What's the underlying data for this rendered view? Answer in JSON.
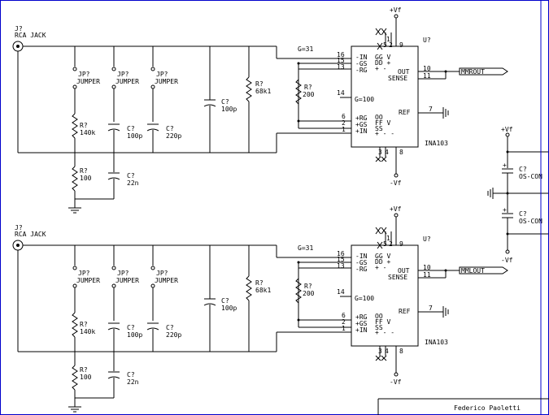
{
  "colors": {
    "wire": "#000000",
    "border": "#0000cc",
    "background": "#ffffff"
  },
  "channels": [
    {
      "jack_ref": "J?",
      "jack_type": "RCA JACK",
      "jumper_ref": "JP?",
      "jumper_type": "JUMPER",
      "r_140k_ref": "R?",
      "r_140k_val": "140k",
      "c_100p_ref": "C?",
      "c_100p_val": "100p",
      "c_220p_ref": "C?",
      "c_220p_val": "220p",
      "r_100_ref": "R?",
      "r_100_val": "100",
      "c_22n_ref": "C?",
      "c_22n_val": "22n",
      "c_in_ref": "C?",
      "c_in_val": "100p",
      "r_68k_ref": "R?",
      "r_68k_val": "68k1",
      "gain_label": "G=31",
      "r_200_ref": "R?",
      "r_200_val": "200",
      "ic_ref": "U?",
      "ic_part": "INA103",
      "ic_gain": "G=100",
      "pin16": "16",
      "pin15": "15",
      "pin13": "13",
      "pin14": "14",
      "pin6": "6",
      "pin2": "2",
      "pin1": "1",
      "pin10": "10",
      "pin11": "11",
      "pin7": "7",
      "pin1t": "1",
      "pin5": "5",
      "pin2t": "2",
      "pin9": "9",
      "pin3": "3",
      "pin4": "4",
      "pin8": "8",
      "lbl_in_neg": "-IN",
      "lbl_gs_neg": "-GS",
      "lbl_rg_neg": "-RG",
      "lbl_rg_pos": "+RG",
      "lbl_gs_pos": "+GS",
      "lbl_in_pos": "+IN",
      "lbl_out": "OUT",
      "lbl_sense": "SENSE",
      "lbl_ref": "REF",
      "lbl_top": "GG V",
      "lbl_top2": "DD +",
      "lbl_top3": "+ -",
      "lbl_bot": "OO",
      "lbl_bot2": "FF V",
      "lbl_bot3": "SS",
      "lbl_bot4": "+ - -",
      "vf_pos": "+Vf",
      "vf_neg": "-Vf",
      "output_net": "MMROUT"
    },
    {
      "jack_ref": "J?",
      "jack_type": "RCA JACK",
      "jumper_ref": "JP?",
      "jumper_type": "JUMPER",
      "r_140k_ref": "R?",
      "r_140k_val": "140k",
      "c_100p_ref": "C?",
      "c_100p_val": "100p",
      "c_220p_ref": "C?",
      "c_220p_val": "220p",
      "r_100_ref": "R?",
      "r_100_val": "100",
      "c_22n_ref": "C?",
      "c_22n_val": "22n",
      "c_in_ref": "C?",
      "c_in_val": "100p",
      "r_68k_ref": "R?",
      "r_68k_val": "68k1",
      "gain_label": "G=31",
      "r_200_ref": "R?",
      "r_200_val": "200",
      "ic_ref": "U?",
      "ic_part": "INA103",
      "ic_gain": "G=100",
      "pin16": "16",
      "pin15": "15",
      "pin13": "13",
      "pin14": "14",
      "pin6": "6",
      "pin2": "2",
      "pin1": "1",
      "pin10": "10",
      "pin11": "11",
      "pin7": "7",
      "pin1t": "1",
      "pin5": "5",
      "pin2t": "2",
      "pin9": "9",
      "pin3": "3",
      "pin4": "4",
      "pin8": "8",
      "lbl_in_neg": "-IN",
      "lbl_gs_neg": "-GS",
      "lbl_rg_neg": "-RG",
      "lbl_rg_pos": "+RG",
      "lbl_gs_pos": "+GS",
      "lbl_in_pos": "+IN",
      "lbl_out": "OUT",
      "lbl_sense": "SENSE",
      "lbl_ref": "REF",
      "lbl_top": "GG V",
      "lbl_top2": "DD +",
      "lbl_top3": "+ -",
      "lbl_bot": "OO",
      "lbl_bot2": "FF V",
      "lbl_bot3": "SS",
      "lbl_bot4": "+ - -",
      "vf_pos": "+Vf",
      "vf_neg": "-Vf",
      "output_net": "MMLOUT"
    }
  ],
  "supply": {
    "vf_pos": "+Vf",
    "vf_neg": "-Vf",
    "c1_ref": "C?",
    "c1_val": "OS-CON",
    "c2_ref": "C?",
    "c2_val": "OS-CON",
    "plus_mark": "+"
  },
  "title_block": {
    "author": "Federico Paoletti"
  }
}
